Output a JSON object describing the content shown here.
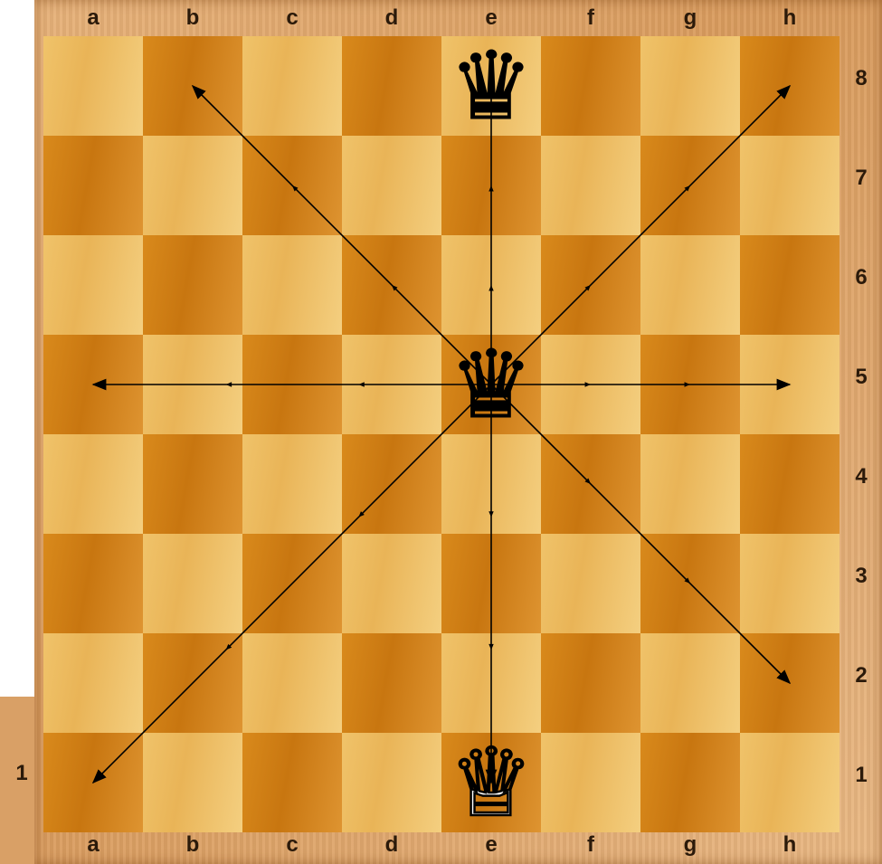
{
  "board": {
    "files": [
      "a",
      "b",
      "c",
      "d",
      "e",
      "f",
      "g",
      "h"
    ],
    "ranks_visible_right": [
      "8",
      "7",
      "6",
      "5",
      "4",
      "3",
      "2",
      "1"
    ],
    "rank_visible_left": "1",
    "light_color": "#f0c36a",
    "dark_color": "#d98a1c",
    "frame_color": "#e2a96f"
  },
  "pieces": [
    {
      "type": "queen",
      "color": "black",
      "square": "e8",
      "glyph": "♛"
    },
    {
      "type": "queen",
      "color": "black",
      "square": "e5",
      "glyph": "♛"
    },
    {
      "type": "queen",
      "color": "white",
      "square": "e1",
      "glyph": "♕"
    }
  ],
  "moves": {
    "from": "e5",
    "targets": [
      "e8",
      "h8",
      "h5",
      "h2",
      "e1",
      "a1",
      "a5",
      "b8"
    ]
  }
}
